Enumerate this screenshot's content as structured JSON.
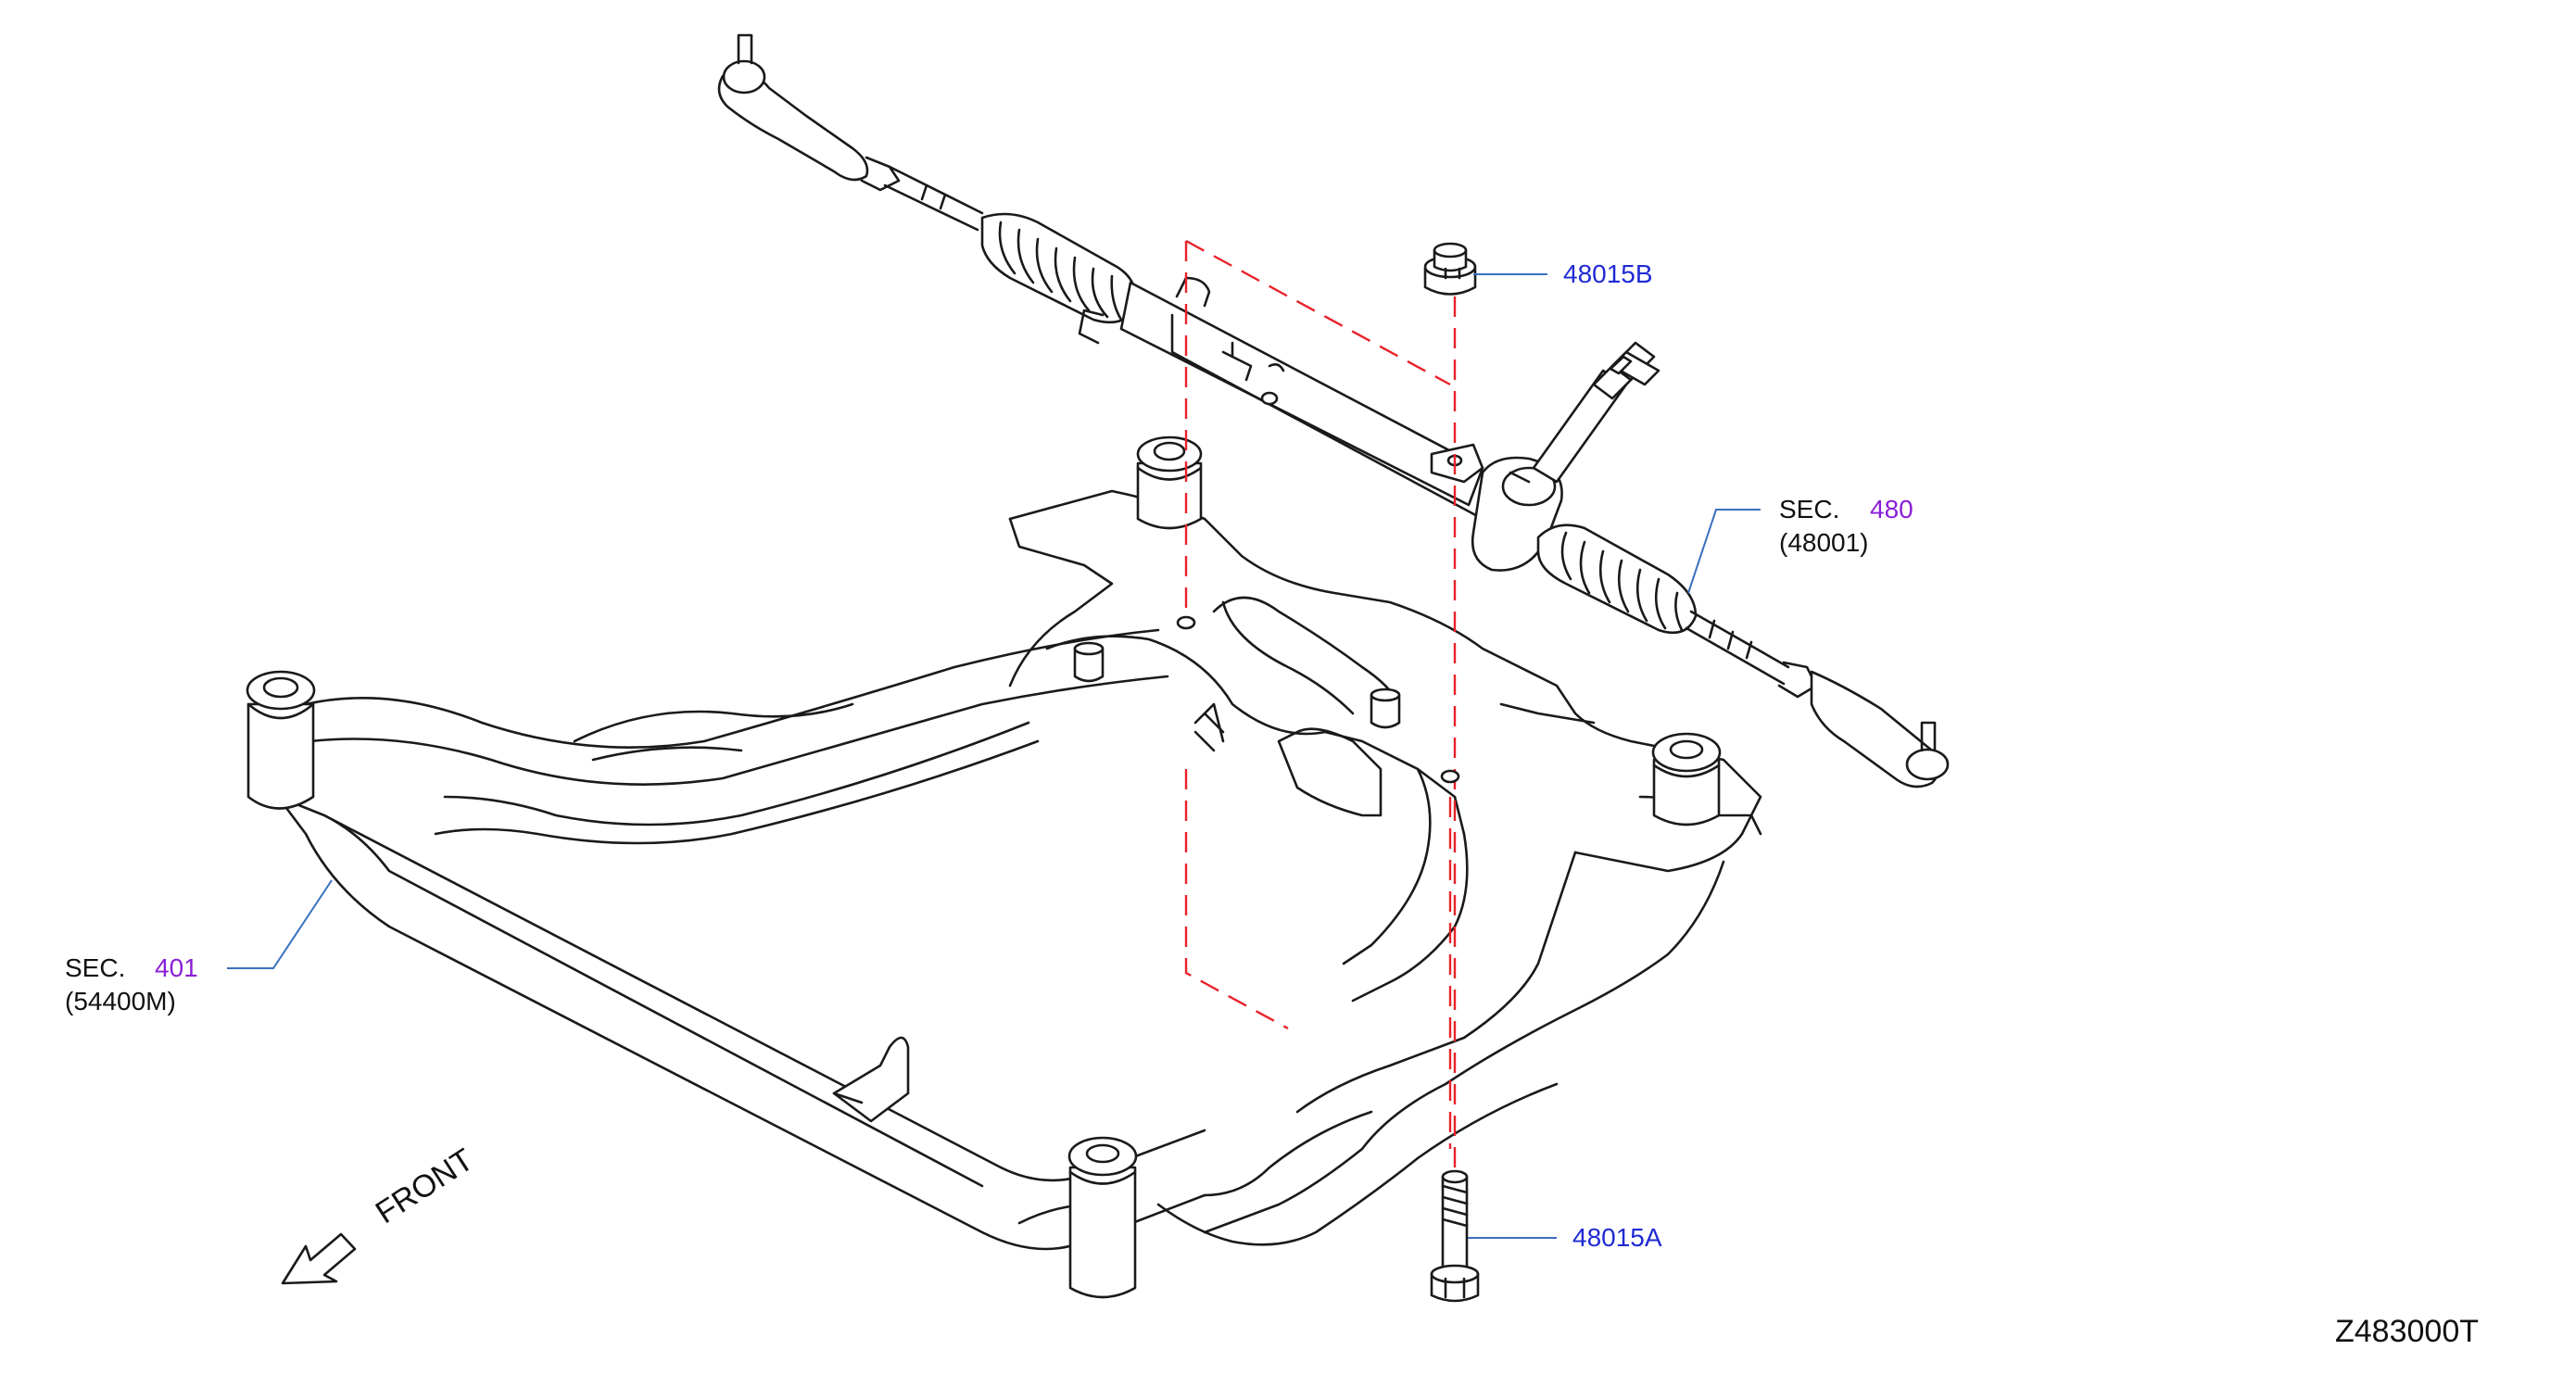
{
  "parts": {
    "nut_top": {
      "part_no": "48015B",
      "color": "#1f2ad4"
    },
    "bolt_bottom": {
      "part_no": "48015A",
      "color": "#1f2ad4"
    },
    "steering_rack": {
      "sec_prefix": "SEC.",
      "sec_no": "480",
      "sub_no": "(48001)"
    },
    "subframe": {
      "sec_prefix": "SEC.",
      "sec_no": "401",
      "sub_no": "(54400M)"
    }
  },
  "front_label": "FRONT",
  "diagram_code": "Z483000T",
  "colors": {
    "part_link": "#1f2ad4",
    "section_link": "#8a1fd8",
    "guide_lines": "#e8222a"
  }
}
